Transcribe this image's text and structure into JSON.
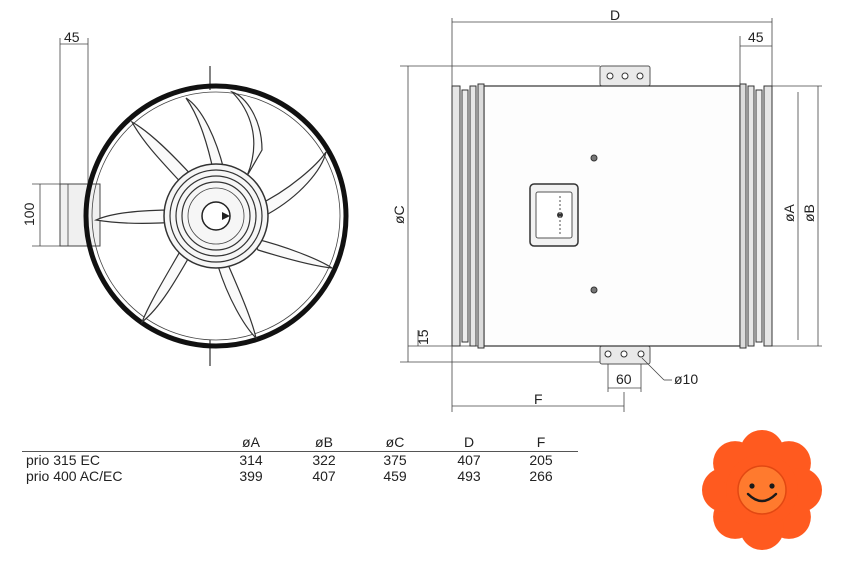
{
  "drawing": {
    "left_view": {
      "dim_top": "45",
      "dim_side": "100"
    },
    "right_view": {
      "dim_D": "D",
      "dim_45": "45",
      "dim_C": "øC",
      "dim_A": "øA",
      "dim_B": "øB",
      "dim_15": "15",
      "dim_60": "60",
      "dim_10": "ø10",
      "dim_F": "F"
    }
  },
  "table": {
    "headers": [
      "",
      "øA",
      "øB",
      "øC",
      "D",
      "F"
    ],
    "rows": [
      [
        "prio 315 EC",
        "314",
        "322",
        "375",
        "407",
        "205"
      ],
      [
        "prio 400 AC/EC",
        "399",
        "407",
        "459",
        "493",
        "266"
      ]
    ]
  },
  "logo": {
    "petal_color": "#ff5a1f",
    "center_color": "#ff7a2e",
    "face": "smiley"
  }
}
